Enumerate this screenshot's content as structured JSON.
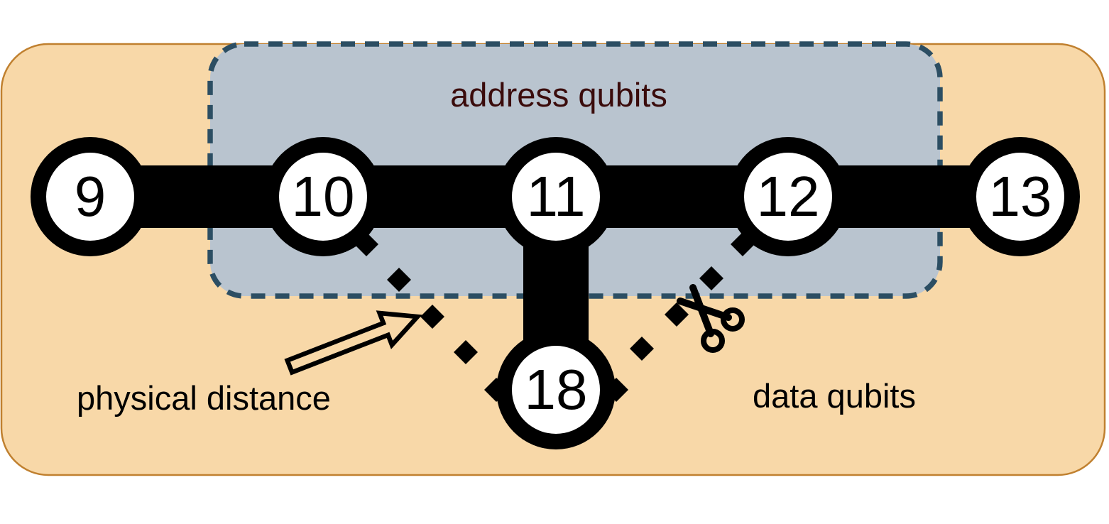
{
  "figure": {
    "kind": "qubit-coupling-diagram",
    "background": "#ffffff"
  },
  "device_region": {
    "fill": "#F8D8A8",
    "border_color": "#C0802F"
  },
  "address_region": {
    "label": "address qubits",
    "label_color": "#3A0B0B",
    "fill": "#B9C4CF",
    "border_color": "#2C4E63"
  },
  "nodes": [
    {
      "label": "9"
    },
    {
      "label": "10"
    },
    {
      "label": "11"
    },
    {
      "label": "12"
    },
    {
      "label": "13"
    },
    {
      "label": "18"
    }
  ],
  "edges": [
    {
      "from": "9",
      "to": "10"
    },
    {
      "from": "10",
      "to": "11"
    },
    {
      "from": "11",
      "to": "12"
    },
    {
      "from": "12",
      "to": "13"
    },
    {
      "from": "11",
      "to": "18"
    }
  ],
  "distance_links": [
    {
      "from": "10",
      "to": "18",
      "style": "diamond-dashed",
      "cut": false
    },
    {
      "from": "12",
      "to": "18",
      "style": "diamond-dashed",
      "cut": true
    }
  ],
  "annotations": {
    "physical_distance_label": "physical distance",
    "data_qubits_label": "data qubits",
    "icons": {
      "scissors": "scissors-icon",
      "arrow": "block-arrow-icon",
      "diamond": "diamond-marker"
    }
  },
  "colors": {
    "node_fill": "#ffffff",
    "node_border": "#000000",
    "edge": "#000000",
    "label_text": "#000000"
  }
}
